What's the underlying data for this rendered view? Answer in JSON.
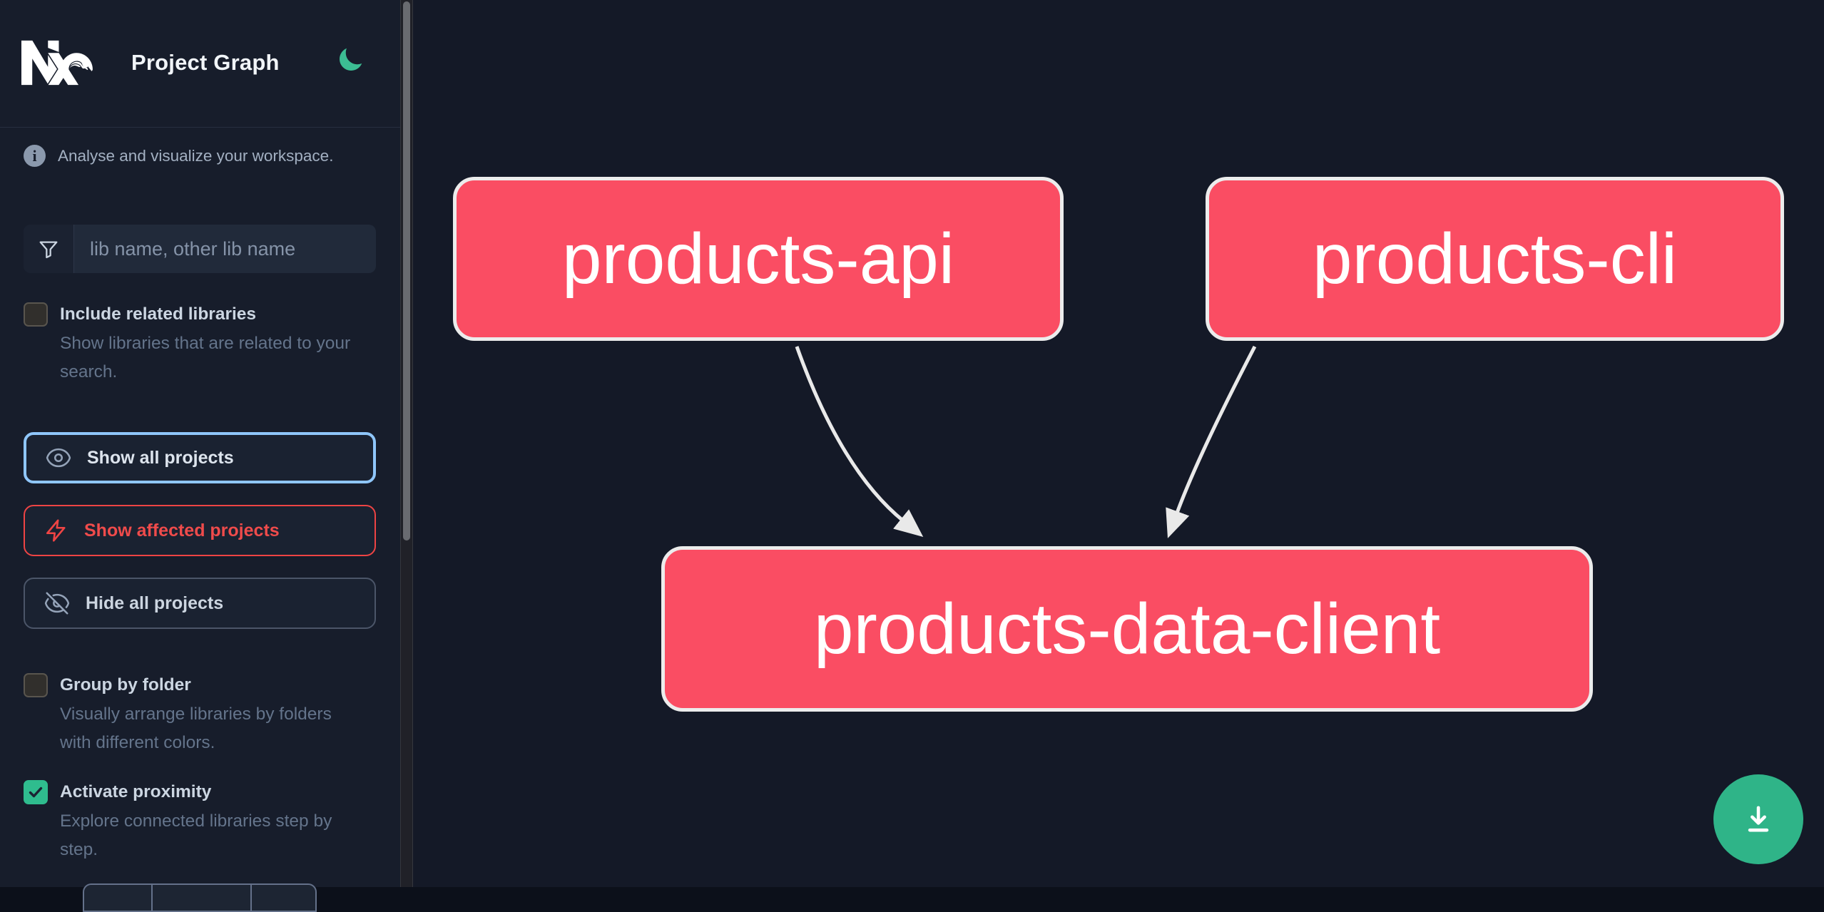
{
  "header": {
    "title": "Project Graph",
    "logo_icon": "nx-logo",
    "theme_toggle_icon": "moon-icon"
  },
  "sidebar": {
    "tagline": "Analyse and visualize your workspace.",
    "search": {
      "placeholder": "lib name, other lib name",
      "value": "",
      "icon": "funnel-filter-icon"
    },
    "checkboxes": [
      {
        "label": "Include related libraries",
        "description": "Show libraries that are related to your search.",
        "checked": false
      },
      {
        "label": "Group by folder",
        "description": "Visually arrange libraries by folders with different colors.",
        "checked": false
      },
      {
        "label": "Activate proximity",
        "description": "Explore connected libraries step by step.",
        "checked": true
      }
    ],
    "buttons": [
      {
        "label": "Show all projects",
        "icon": "eye-icon",
        "state": "focused"
      },
      {
        "label": "Show affected projects",
        "icon": "bolt-icon",
        "state": "affected"
      },
      {
        "label": "Hide all projects",
        "icon": "eye-slash-icon",
        "state": "default"
      }
    ]
  },
  "graph": {
    "nodes": [
      {
        "label": "products-api"
      },
      {
        "label": "products-cli"
      },
      {
        "label": "products-data-client"
      }
    ],
    "edges": [
      {
        "from": "products-api",
        "to": "products-data-client"
      },
      {
        "from": "products-cli",
        "to": "products-data-client"
      }
    ]
  },
  "fab": {
    "icon": "download-icon"
  },
  "colors": {
    "node_fill": "#fa4d63",
    "node_border": "#ececec",
    "edge": "#e9e9e9",
    "accent_green": "#2fbc8e",
    "moon_green": "#3cbd93",
    "focus_blue": "#8fc6fa",
    "affected_red": "#ee4444",
    "sidebar_bg": "#171d2b",
    "canvas_bg": "#141927"
  }
}
